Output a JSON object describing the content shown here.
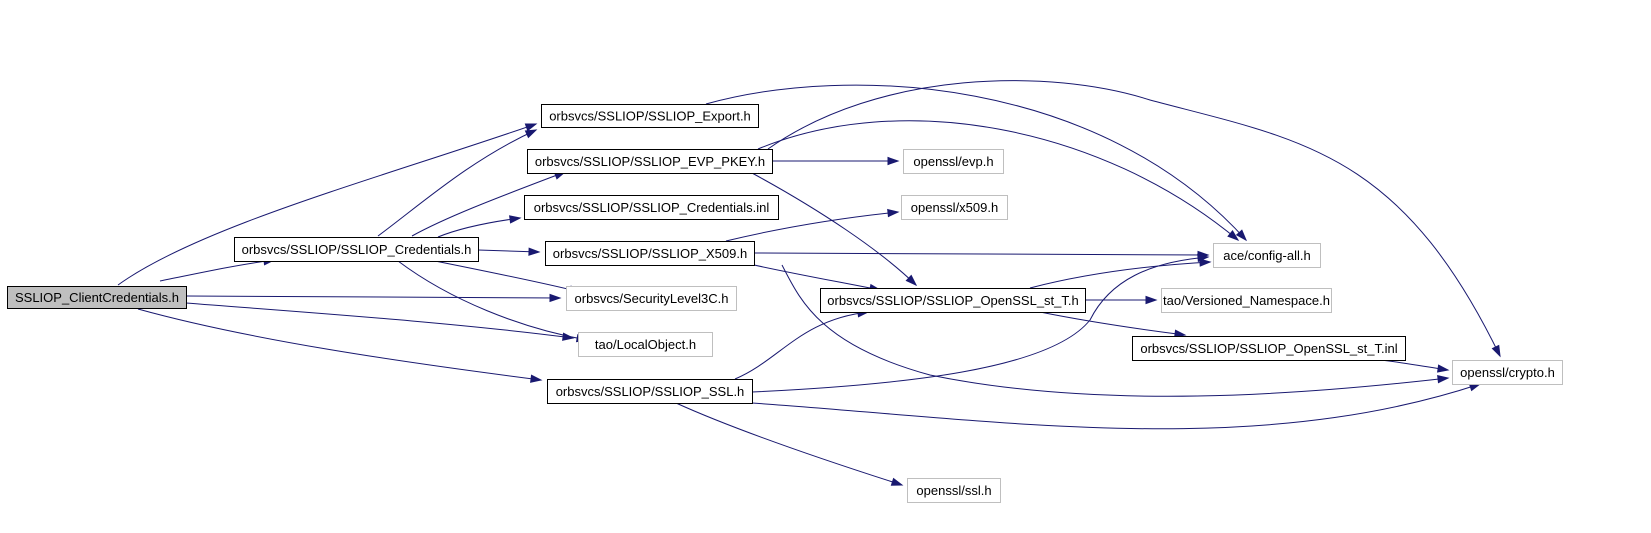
{
  "colors": {
    "edge": "#191970",
    "root_fill": "#bfbfbf",
    "root_stroke": "#000000",
    "internal_stroke": "#000000",
    "external_stroke": "#bfbfbf",
    "node_fill": "#ffffff"
  },
  "nodes": [
    {
      "id": "client_credentials",
      "label": "SSLIOP_ClientCredentials.h",
      "kind": "root"
    },
    {
      "id": "export",
      "label": "orbsvcs/SSLIOP/SSLIOP_Export.h",
      "kind": "internal"
    },
    {
      "id": "evp_pkey",
      "label": "orbsvcs/SSLIOP/SSLIOP_EVP_PKEY.h",
      "kind": "internal"
    },
    {
      "id": "credentials_inl",
      "label": "orbsvcs/SSLIOP/SSLIOP_Credentials.inl",
      "kind": "internal"
    },
    {
      "id": "credentials_h",
      "label": "orbsvcs/SSLIOP/SSLIOP_Credentials.h",
      "kind": "internal"
    },
    {
      "id": "x509_h",
      "label": "orbsvcs/SSLIOP/SSLIOP_X509.h",
      "kind": "internal"
    },
    {
      "id": "security_level3c",
      "label": "orbsvcs/SecurityLevel3C.h",
      "kind": "external"
    },
    {
      "id": "local_object",
      "label": "tao/LocalObject.h",
      "kind": "external"
    },
    {
      "id": "ssl_h",
      "label": "orbsvcs/SSLIOP/SSLIOP_SSL.h",
      "kind": "internal"
    },
    {
      "id": "openssl_evp",
      "label": "openssl/evp.h",
      "kind": "external"
    },
    {
      "id": "openssl_x509",
      "label": "openssl/x509.h",
      "kind": "external"
    },
    {
      "id": "config_all",
      "label": "ace/config-all.h",
      "kind": "external"
    },
    {
      "id": "openssl_st_t_h",
      "label": "orbsvcs/SSLIOP/SSLIOP_OpenSSL_st_T.h",
      "kind": "internal"
    },
    {
      "id": "versioned_ns",
      "label": "tao/Versioned_Namespace.h",
      "kind": "external"
    },
    {
      "id": "openssl_st_t_inl",
      "label": "orbsvcs/SSLIOP/SSLIOP_OpenSSL_st_T.inl",
      "kind": "internal"
    },
    {
      "id": "openssl_crypto",
      "label": "openssl/crypto.h",
      "kind": "external"
    },
    {
      "id": "openssl_ssl",
      "label": "openssl/ssl.h",
      "kind": "external"
    }
  ],
  "edges": [
    {
      "from": "client_credentials",
      "to": "export"
    },
    {
      "from": "client_credentials",
      "to": "credentials_h"
    },
    {
      "from": "client_credentials",
      "to": "security_level3c"
    },
    {
      "from": "client_credentials",
      "to": "local_object"
    },
    {
      "from": "client_credentials",
      "to": "ssl_h"
    },
    {
      "from": "credentials_h",
      "to": "export"
    },
    {
      "from": "credentials_h",
      "to": "evp_pkey"
    },
    {
      "from": "credentials_h",
      "to": "credentials_inl"
    },
    {
      "from": "credentials_h",
      "to": "x509_h"
    },
    {
      "from": "credentials_h",
      "to": "security_level3c"
    },
    {
      "from": "credentials_h",
      "to": "local_object"
    },
    {
      "from": "export",
      "to": "config_all"
    },
    {
      "from": "evp_pkey",
      "to": "openssl_evp"
    },
    {
      "from": "evp_pkey",
      "to": "config_all"
    },
    {
      "from": "evp_pkey",
      "to": "openssl_crypto"
    },
    {
      "from": "evp_pkey",
      "to": "openssl_st_t_h"
    },
    {
      "from": "x509_h",
      "to": "openssl_x509"
    },
    {
      "from": "x509_h",
      "to": "config_all"
    },
    {
      "from": "x509_h",
      "to": "openssl_st_t_h"
    },
    {
      "from": "x509_h",
      "to": "openssl_crypto"
    },
    {
      "from": "ssl_h",
      "to": "openssl_st_t_h"
    },
    {
      "from": "ssl_h",
      "to": "config_all"
    },
    {
      "from": "ssl_h",
      "to": "openssl_crypto"
    },
    {
      "from": "ssl_h",
      "to": "openssl_ssl"
    },
    {
      "from": "openssl_st_t_h",
      "to": "config_all"
    },
    {
      "from": "openssl_st_t_h",
      "to": "versioned_ns"
    },
    {
      "from": "openssl_st_t_h",
      "to": "openssl_st_t_inl"
    },
    {
      "from": "openssl_st_t_inl",
      "to": "openssl_crypto"
    }
  ]
}
